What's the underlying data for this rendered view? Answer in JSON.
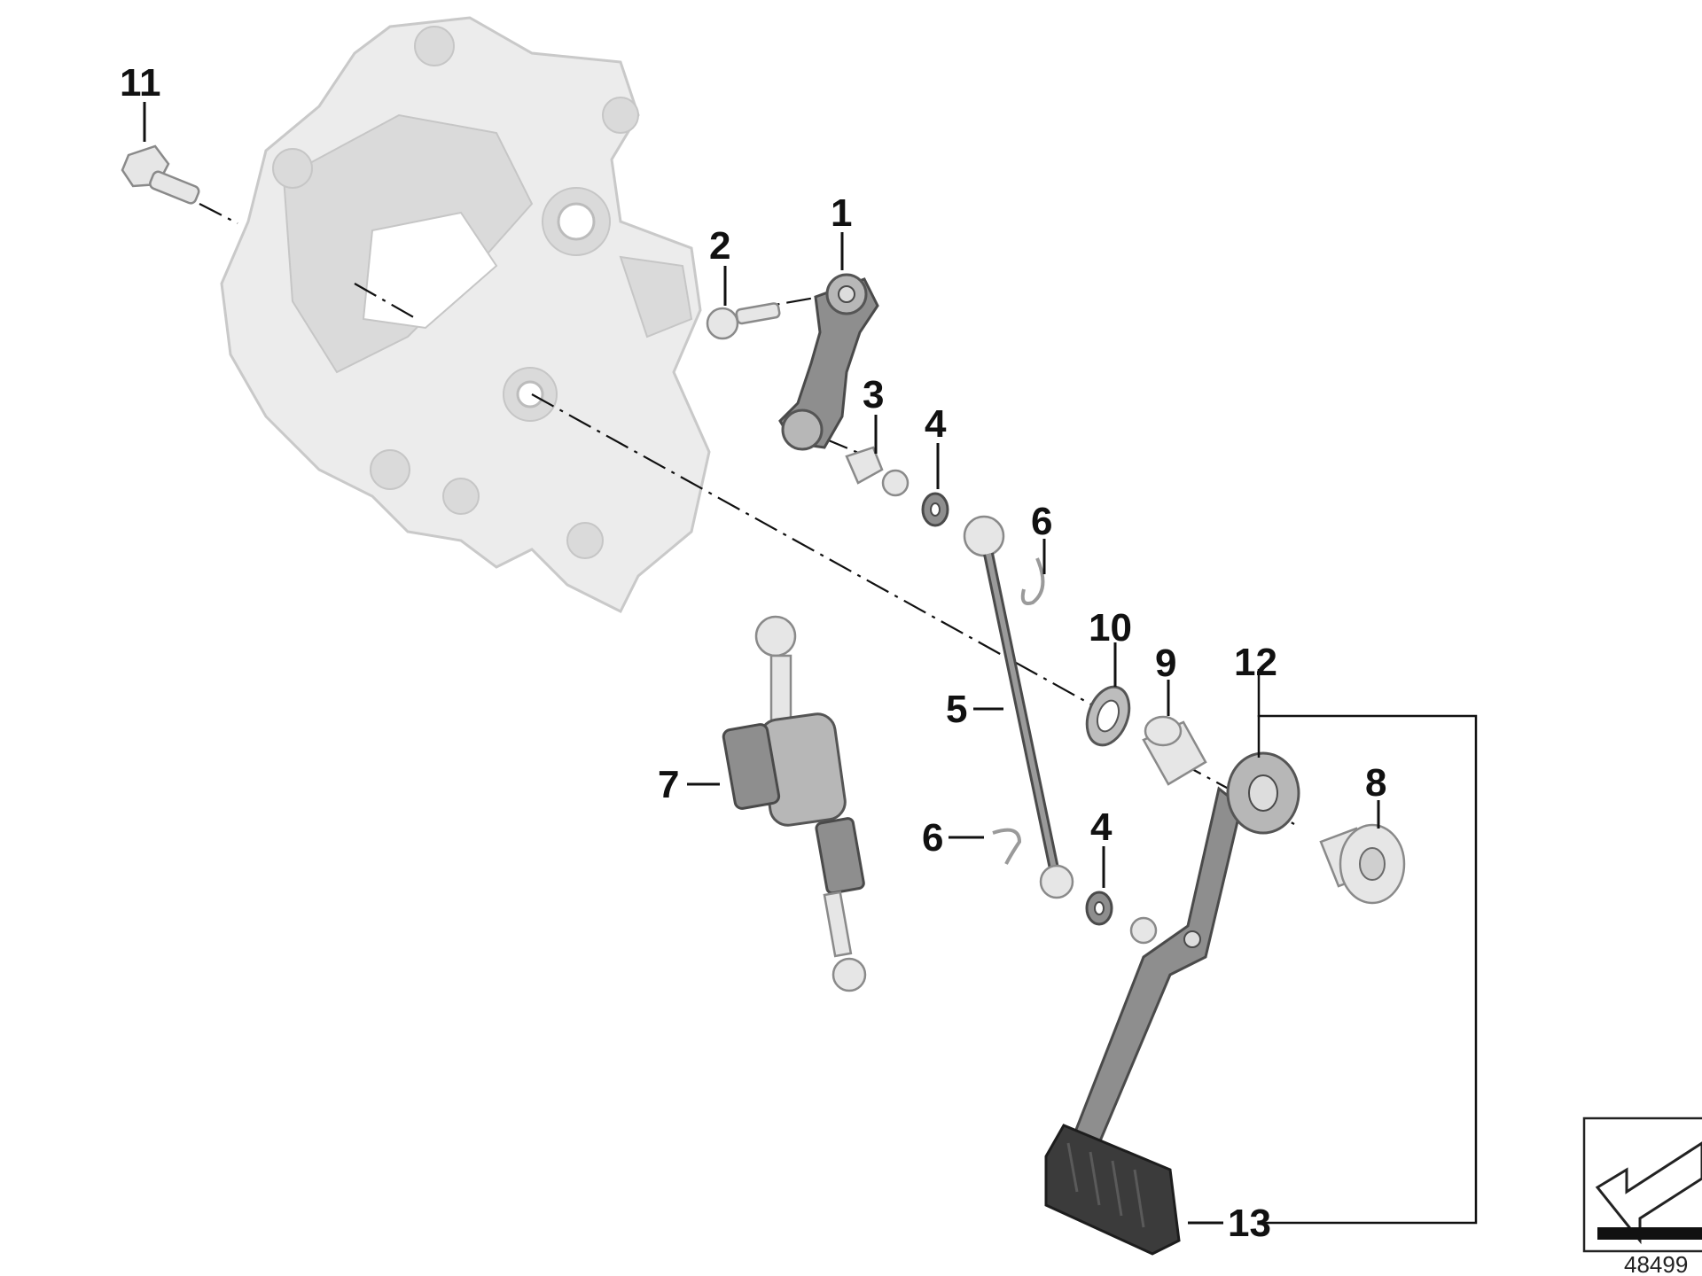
{
  "diagram": {
    "reference_number": "48499",
    "callouts": [
      {
        "id": "1",
        "label": "1"
      },
      {
        "id": "2",
        "label": "2"
      },
      {
        "id": "3",
        "label": "3"
      },
      {
        "id": "4a",
        "label": "4"
      },
      {
        "id": "4b",
        "label": "4"
      },
      {
        "id": "5",
        "label": "5"
      },
      {
        "id": "6a",
        "label": "6"
      },
      {
        "id": "6b",
        "label": "6"
      },
      {
        "id": "7",
        "label": "7"
      },
      {
        "id": "8",
        "label": "8"
      },
      {
        "id": "9",
        "label": "9"
      },
      {
        "id": "10",
        "label": "10"
      },
      {
        "id": "11",
        "label": "11"
      },
      {
        "id": "12",
        "label": "12"
      },
      {
        "id": "13",
        "label": "13"
      }
    ],
    "icons": [
      "footrest-bracket-housing",
      "gear-shift-lever-icon",
      "reference-stamp-icon"
    ]
  }
}
